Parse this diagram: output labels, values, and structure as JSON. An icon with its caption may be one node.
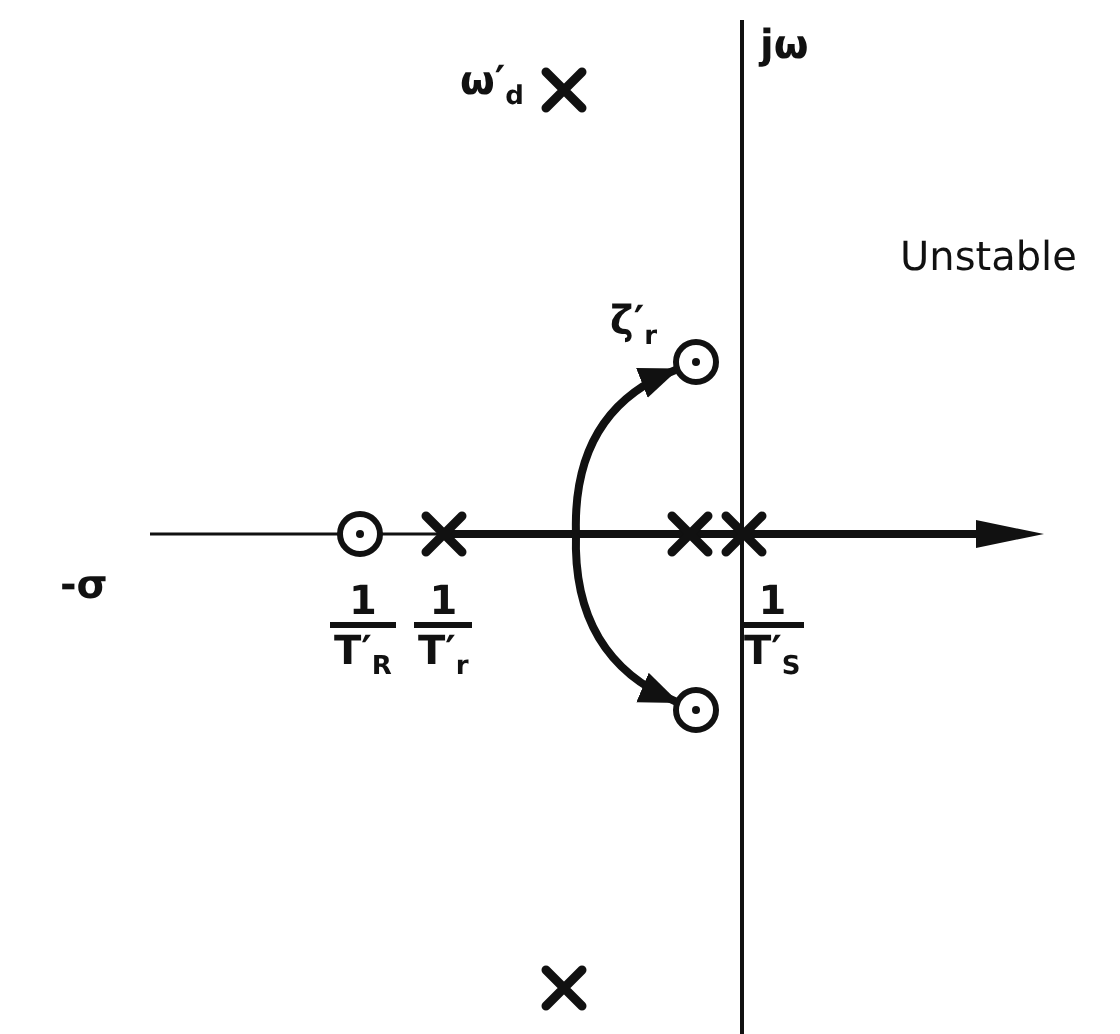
{
  "diagram": {
    "nodes": [
      {
        "text": [],
        "shape": "cross",
        "beside": [
          "ω′$_{d}$"
        ]
      },
      {
        "text": [],
        "shape": "circle",
        "beside": [
          "1",
          "T′$_{R}$"
        ]
      },
      {
        "text": [],
        "shape": "cross",
        "beside": [
          "1",
          "T′$_{r}$"
        ]
      },
      {
        "text": [],
        "shape": "cross"
      },
      {
        "text": [],
        "shape": "cross",
        "beside": [
          "1",
          "T′$_{S}$"
        ]
      },
      {
        "text": [],
        "shape": "circle",
        "beside": [
          "ζ′$_{r}$"
        ]
      },
      {
        "text": [],
        "shape": "circle"
      },
      {
        "text": [],
        "shape": "cross"
      }
    ],
    "edges": [
      {
        "from": null,
        "to": 5,
        "arrow": "to"
      },
      {
        "from": null,
        "to": 6,
        "arrow": "to"
      }
    ],
    "labels": [
      "jω",
      "Unstable",
      "-σ"
    ]
  }
}
